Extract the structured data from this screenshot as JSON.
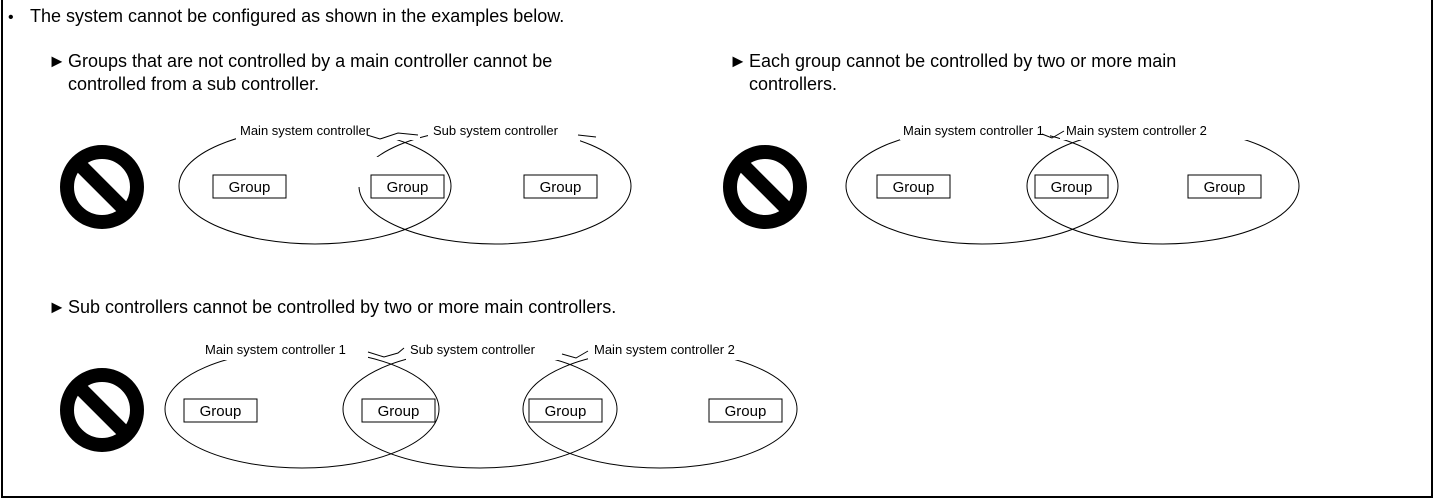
{
  "intro": {
    "bullet": "•",
    "text": "The system cannot be configured as shown in the examples below."
  },
  "marker": "►",
  "examples": [
    {
      "text": "Groups that are not controlled by a main controller cannot be controlled from a sub controller.",
      "line1": "Groups that are not controlled by a main controller cannot be",
      "line2": "controlled from a sub controller.",
      "labels": [
        "Main system controller",
        "Sub system controller"
      ],
      "groups": [
        "Group",
        "Group",
        "Group"
      ]
    },
    {
      "text": "Each group cannot be controlled by two or more main controllers.",
      "line1": "Each group cannot be controlled by two or more main",
      "line2": "controllers.",
      "labels": [
        "Main system controller 1",
        "Main system controller 2"
      ],
      "groups": [
        "Group",
        "Group",
        "Group"
      ]
    },
    {
      "text": "Sub controllers cannot be controlled by two or more main controllers.",
      "labels": [
        "Main system controller 1",
        "Sub system controller",
        "Main system controller 2"
      ],
      "groups": [
        "Group",
        "Group",
        "Group",
        "Group"
      ]
    }
  ],
  "icon": "prohibited-icon",
  "colors": {
    "ink": "#000000",
    "background": "#ffffff"
  }
}
